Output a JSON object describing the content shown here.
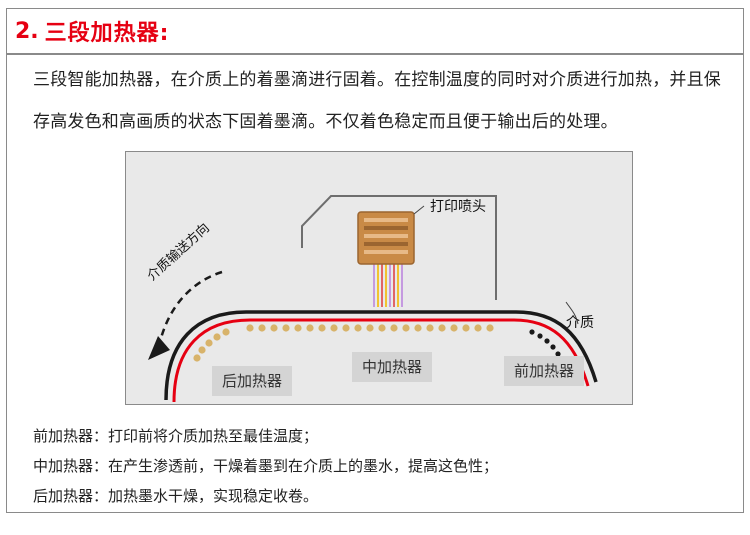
{
  "header": {
    "number": "2.",
    "title": "三段加热器:"
  },
  "intro": {
    "text": "三段智能加热器，在介质上的着墨滴进行固着。在控制温度的同时对介质进行加热，并且保存高发色和高画质的状态下固着墨滴。不仅着色稳定而且便于输出后的处理。"
  },
  "diagram": {
    "print_head_label": "打印喷头",
    "media_label": "介质",
    "direction_label": "介质输送方向",
    "rear_heater": "后加热器",
    "middle_heater": "中加热器",
    "front_heater": "前加热器",
    "colors": {
      "media": "#e60012",
      "heater_dots": "#d8b36a",
      "head": "#c98a46"
    }
  },
  "notes": [
    {
      "name": "前加热器",
      "sep": "：",
      "desc": "打印前将介质加热至最佳温度；"
    },
    {
      "name": "中加热器",
      "sep": "：",
      "desc": "在产生渗透前，干燥着墨到在介质上的墨水，提高这色性；"
    },
    {
      "name": "后加热器",
      "sep": "：",
      "desc": "加热墨水干燥，实现稳定收卷。"
    }
  ]
}
